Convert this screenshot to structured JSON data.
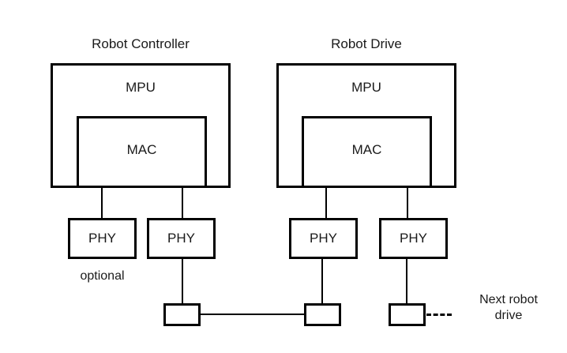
{
  "diagram": {
    "title_left": "Robot Controller",
    "title_right": "Robot Drive",
    "mpu_label": "MPU",
    "mac_label": "MAC",
    "phy_label": "PHY",
    "optional_label": "optional",
    "next_line1": "Next robot",
    "next_line2": "drive",
    "stroke_color": "#000000",
    "text_color": "#1a1a1a",
    "background_color": "#ffffff"
  },
  "nodes": {
    "controller": {
      "title": "Robot Controller",
      "mpu": "MPU",
      "mac": "MAC",
      "phy_optional": "PHY",
      "phy_main": "PHY",
      "optional_note": "optional"
    },
    "drive": {
      "title": "Robot Drive",
      "mpu": "MPU",
      "mac": "MAC",
      "phy_left": "PHY",
      "phy_right": "PHY"
    },
    "next": {
      "line1": "Next robot",
      "line2": "drive"
    }
  }
}
